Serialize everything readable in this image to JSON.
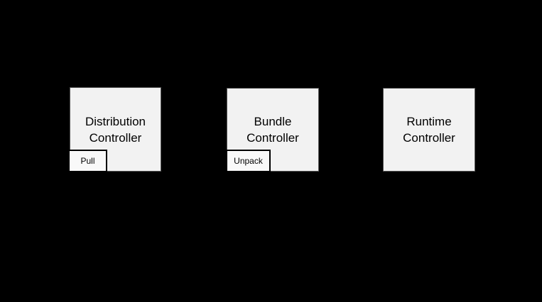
{
  "diagram": {
    "background": "#000000",
    "node_fill": "#f2f2f2",
    "node_border_color": "#595959",
    "badge_fill": "#f9f9f9",
    "badge_border_color": "#000000",
    "text_color": "#000000",
    "nodes": [
      {
        "label": "Distribution Controller",
        "badge": "Pull"
      },
      {
        "label": "Bundle Controller",
        "badge": "Unpack"
      },
      {
        "label": "Runtime Controller"
      }
    ]
  }
}
